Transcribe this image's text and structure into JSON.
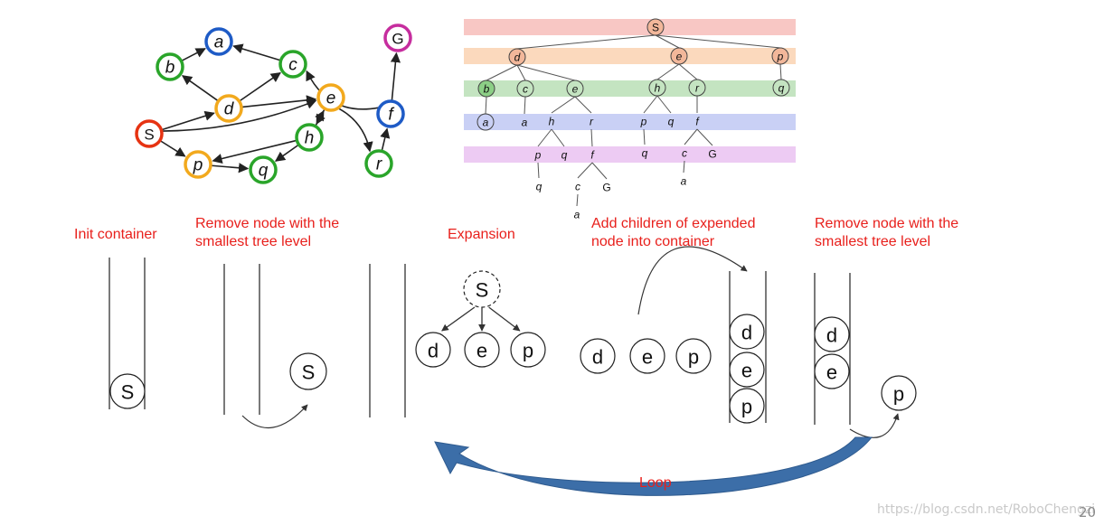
{
  "colors": {
    "caption": "#e8201c",
    "loop_arrow": "#3c6ea8",
    "start": "#e63312",
    "goal": "#c62d9e",
    "green": "#2aa52a",
    "orange": "#f2a91d",
    "blue": "#1e5bc6",
    "band_s": "#f8c7c4",
    "band_d": "#fbd9bd",
    "band_b": "#c4e4c1",
    "band_a": "#c9d0f5",
    "band_p": "#edcbf3"
  },
  "graph": {
    "nodes": [
      {
        "id": "S",
        "label": "S",
        "role": "start"
      },
      {
        "id": "a",
        "label": "a",
        "role": "blue"
      },
      {
        "id": "b",
        "label": "b",
        "role": "green"
      },
      {
        "id": "c",
        "label": "c",
        "role": "green"
      },
      {
        "id": "d",
        "label": "d",
        "role": "orange"
      },
      {
        "id": "e",
        "label": "e",
        "role": "orange"
      },
      {
        "id": "h",
        "label": "h",
        "role": "green"
      },
      {
        "id": "p",
        "label": "p",
        "role": "orange"
      },
      {
        "id": "q",
        "label": "q",
        "role": "green"
      },
      {
        "id": "r",
        "label": "r",
        "role": "green"
      },
      {
        "id": "f",
        "label": "f",
        "role": "blue"
      },
      {
        "id": "G",
        "label": "G",
        "role": "goal"
      }
    ],
    "edges": [
      [
        "b",
        "a"
      ],
      [
        "d",
        "b"
      ],
      [
        "d",
        "c"
      ],
      [
        "c",
        "a"
      ],
      [
        "S",
        "d"
      ],
      [
        "S",
        "e"
      ],
      [
        "S",
        "p"
      ],
      [
        "d",
        "e"
      ],
      [
        "e",
        "h"
      ],
      [
        "e",
        "r"
      ],
      [
        "h",
        "e"
      ],
      [
        "h",
        "p"
      ],
      [
        "h",
        "q"
      ],
      [
        "p",
        "q"
      ],
      [
        "r",
        "f"
      ],
      [
        "f",
        "c"
      ],
      [
        "f",
        "G"
      ]
    ]
  },
  "search_tree": {
    "levels": [
      {
        "band": "band_s"
      },
      {
        "band": "band_d"
      },
      {
        "band": "band_b"
      },
      {
        "band": "band_a"
      },
      {
        "band": "band_p"
      }
    ],
    "nodes": [
      {
        "id": "t_S",
        "label": "S",
        "level": 0,
        "circled": true,
        "fill": "#f2b79a"
      },
      {
        "id": "t_d",
        "label": "d",
        "level": 1,
        "circled": true,
        "fill": "#f2b79a",
        "parent": "t_S"
      },
      {
        "id": "t_e",
        "label": "e",
        "level": 1,
        "circled": true,
        "fill": "#f2b79a",
        "parent": "t_S"
      },
      {
        "id": "t_p",
        "label": "p",
        "level": 1,
        "circled": true,
        "fill": "#f2b79a",
        "parent": "t_S"
      },
      {
        "id": "t_b",
        "label": "b",
        "level": 2,
        "circled": true,
        "fill": "#8ccf86",
        "parent": "t_d"
      },
      {
        "id": "t_c",
        "label": "c",
        "level": 2,
        "circled": true,
        "fill": "#c4e4c1",
        "parent": "t_d"
      },
      {
        "id": "t_e2",
        "label": "e",
        "level": 2,
        "circled": true,
        "fill": "#c4e4c1",
        "parent": "t_d"
      },
      {
        "id": "t_h",
        "label": "h",
        "level": 2,
        "circled": true,
        "fill": "#c4e4c1",
        "parent": "t_e"
      },
      {
        "id": "t_r",
        "label": "r",
        "level": 2,
        "circled": true,
        "fill": "#c4e4c1",
        "parent": "t_e"
      },
      {
        "id": "t_q",
        "label": "q",
        "level": 2,
        "circled": true,
        "fill": "#c4e4c1",
        "parent": "t_p"
      },
      {
        "id": "t_a",
        "label": "a",
        "level": 3,
        "circled": true,
        "fill": "#c9d0f5",
        "parent": "t_b"
      },
      {
        "id": "t_a2",
        "label": "a",
        "level": 3,
        "parent": "t_c"
      },
      {
        "id": "t_h2",
        "label": "h",
        "level": 3,
        "parent": "t_e2"
      },
      {
        "id": "t_r2",
        "label": "r",
        "level": 3,
        "parent": "t_e2"
      },
      {
        "id": "t_p2",
        "label": "p",
        "level": 3,
        "parent": "t_h"
      },
      {
        "id": "t_q2",
        "label": "q",
        "level": 3,
        "parent": "t_h"
      },
      {
        "id": "t_f",
        "label": "f",
        "level": 3,
        "parent": "t_r"
      },
      {
        "id": "t_p3",
        "label": "p",
        "level": 4,
        "parent": "t_h2"
      },
      {
        "id": "t_q3",
        "label": "q",
        "level": 4,
        "parent": "t_h2"
      },
      {
        "id": "t_f2",
        "label": "f",
        "level": 4,
        "parent": "t_r2"
      },
      {
        "id": "t_q4",
        "label": "q",
        "level": 4,
        "parent": "t_p2"
      },
      {
        "id": "t_c2",
        "label": "c",
        "level": 4,
        "parent": "t_f"
      },
      {
        "id": "t_G",
        "label": "G",
        "level": 4,
        "parent": "t_f"
      },
      {
        "id": "t_q5",
        "label": "q",
        "level": 5,
        "parent": "t_p3"
      },
      {
        "id": "t_c3",
        "label": "c",
        "level": 5,
        "parent": "t_f2"
      },
      {
        "id": "t_G2",
        "label": "G",
        "level": 5,
        "parent": "t_f2"
      },
      {
        "id": "t_a3",
        "label": "a",
        "level": 5,
        "parent": "t_c2"
      },
      {
        "id": "t_a4",
        "label": "a",
        "level": 6,
        "parent": "t_c3"
      }
    ]
  },
  "captions": {
    "init": "Init container",
    "remove1": "Remove node with the\nsmallest tree level",
    "expansion": "Expansion",
    "add": "Add children of expended\nnode into container",
    "remove2": "Remove node with the\nsmallest tree level",
    "loop": "Loop"
  },
  "steps": {
    "init_stack": [
      "S"
    ],
    "removed1": "S",
    "expanded": "S",
    "children": [
      "d",
      "e",
      "p"
    ],
    "add_items": [
      "d",
      "e",
      "p"
    ],
    "add_stack": [
      "d",
      "e",
      "p"
    ],
    "remain_stack": [
      "d",
      "e"
    ],
    "removed2": "p"
  },
  "watermark": "https://blog.csdn.net/RoboChengzi",
  "page_number": "20"
}
